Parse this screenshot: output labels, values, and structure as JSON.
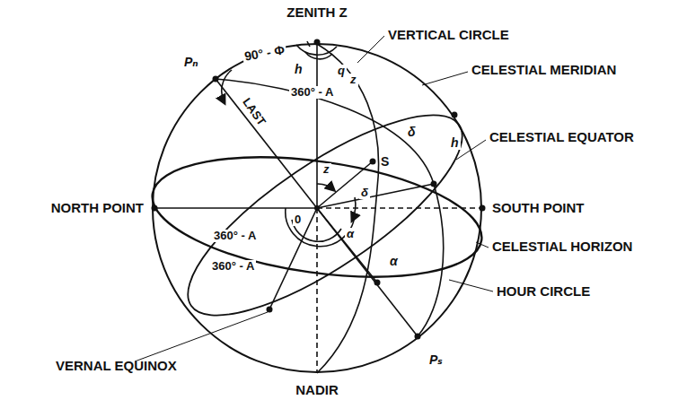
{
  "diagram": {
    "labels": [
      "ZENITH Z",
      "VERTICAL CIRCLE",
      "CELESTIAL MERIDIAN",
      "CELESTIAL EQUATOR",
      "NORTH POINT",
      "SOUTH POINT",
      "CELESTIAL HORIZON",
      "HOUR CIRCLE",
      "VERNAL EQUINOX",
      "NADIR",
      "Pₙ",
      "90° - Φ",
      "h",
      "360° - A",
      "LAST",
      "q",
      "z",
      "S",
      "δ",
      "h",
      "z",
      "δ",
      "0",
      "360° - A",
      "α",
      "α",
      "360° - A",
      "Pₛ"
    ]
  }
}
